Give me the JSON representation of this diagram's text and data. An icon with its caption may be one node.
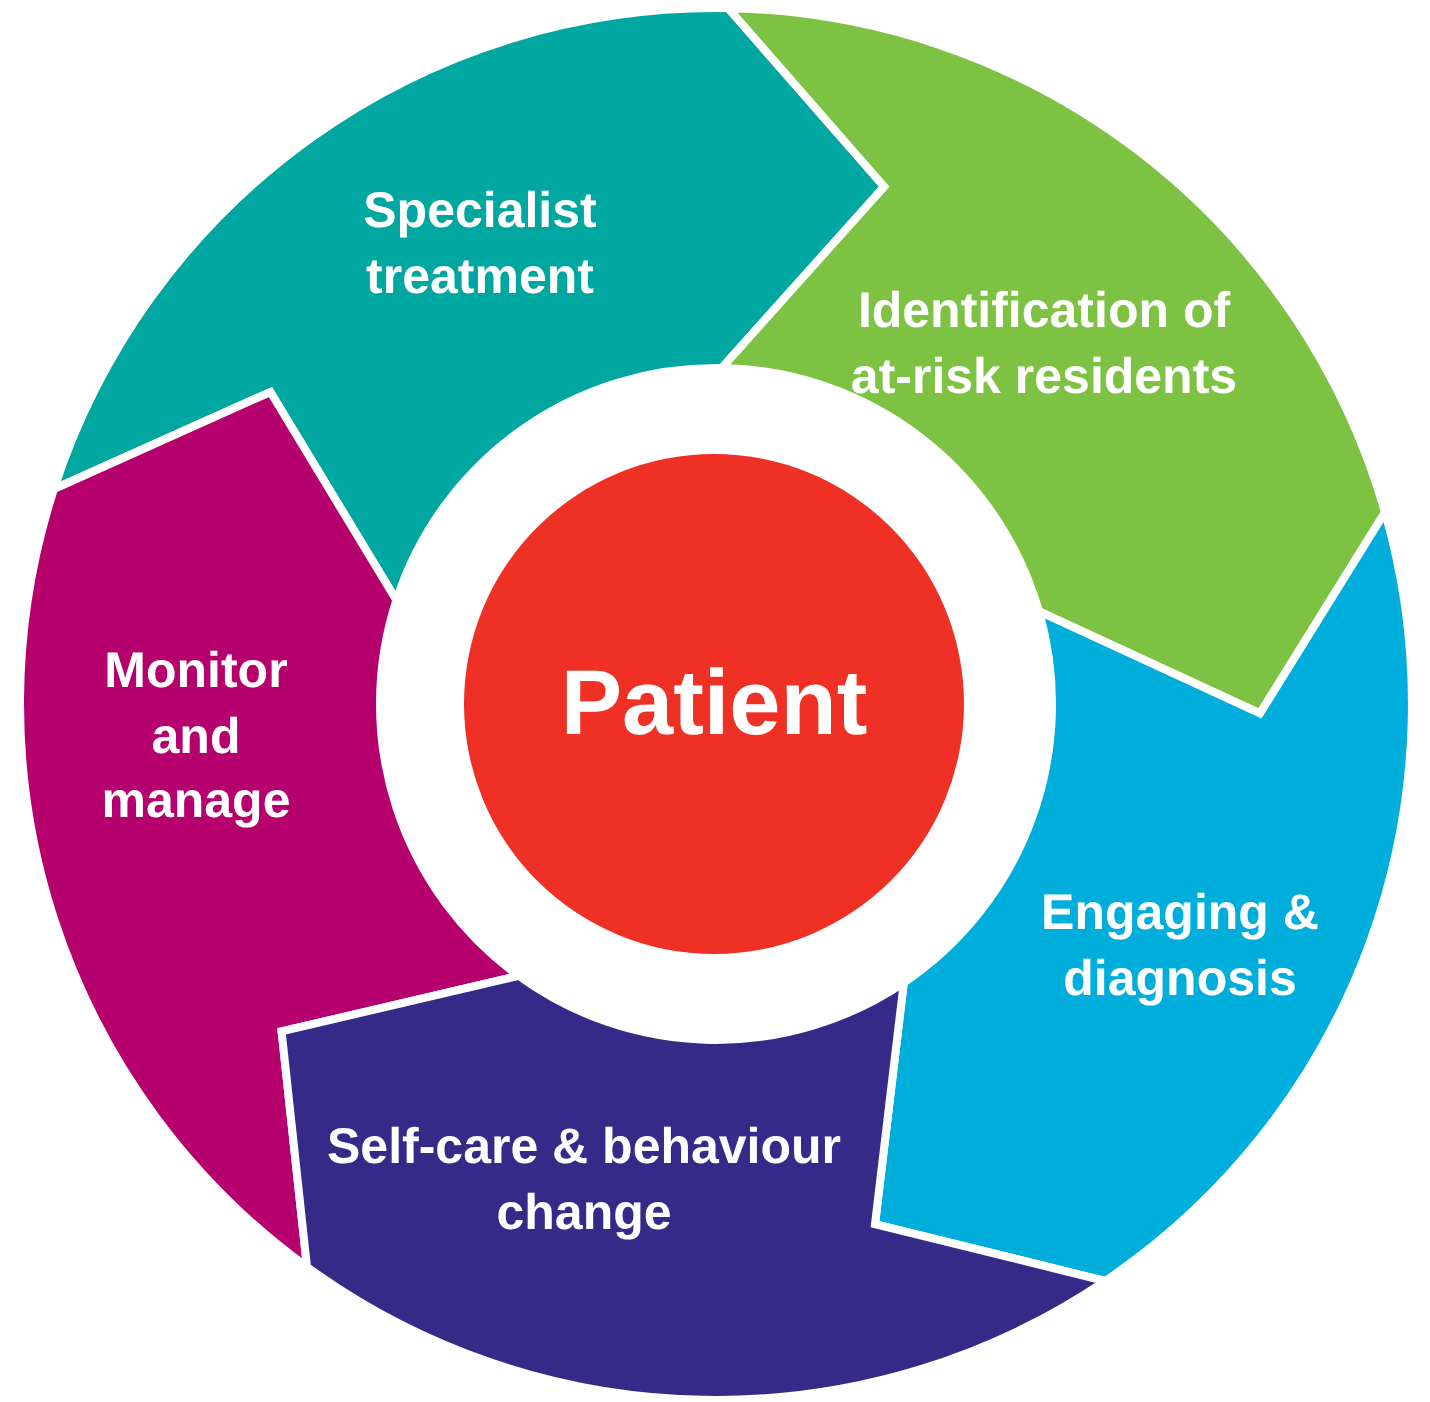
{
  "diagram": {
    "nodes": [
      {
        "text": [
          "Specialist treatment"
        ]
      },
      {
        "text": [
          "Identification of at-risk residents"
        ]
      },
      {
        "text": [
          "Monitor and manage"
        ]
      },
      {
        "text": [
          "Patient"
        ]
      },
      {
        "text": [
          "Engaging & diagnosis"
        ]
      },
      {
        "text": [
          "Self-care & behaviour change"
        ]
      }
    ]
  }
}
